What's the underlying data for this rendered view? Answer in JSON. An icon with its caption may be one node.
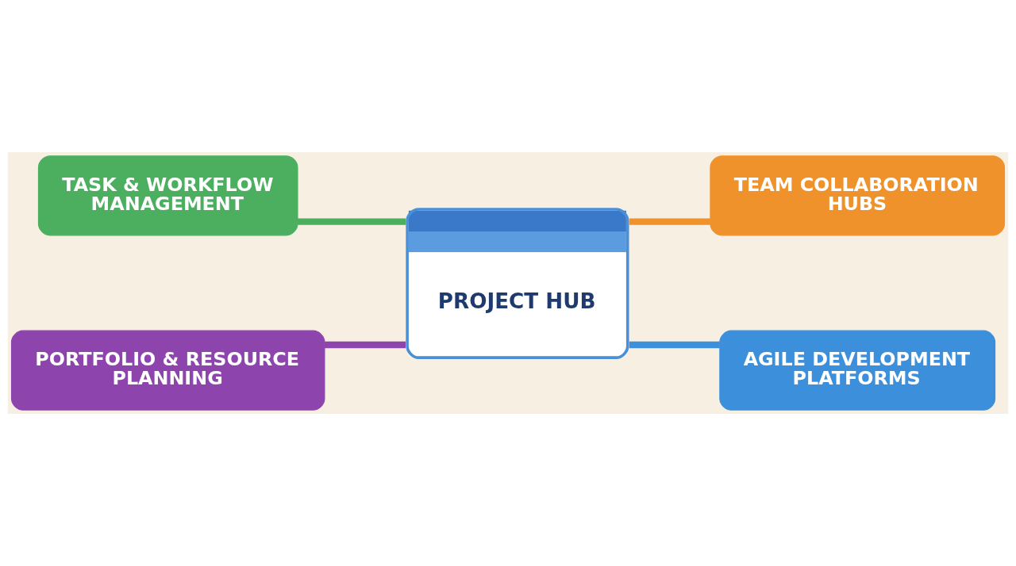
{
  "diagram": {
    "nodes": [
      {
        "text": [
          "TASK & WORKFLOW MANAGEMENT"
        ]
      },
      {
        "text": [
          "TEAM COLLABORATION HUBS"
        ]
      },
      {
        "text": [
          "PROJECT HUB"
        ]
      },
      {
        "text": [
          "PORTFOLIO & RESOURCE PLANNING"
        ]
      },
      {
        "text": [
          "AGILE DEVELOPMENT PLATFORMS"
        ]
      }
    ],
    "edges": [
      {
        "from": 0,
        "to": 2,
        "arrow": "none",
        "color": "#4caf5f"
      },
      {
        "from": 2,
        "to": 1,
        "arrow": "none",
        "color": "#f0922b"
      },
      {
        "from": 3,
        "to": 2,
        "arrow": "none",
        "color": "#8e44ad"
      },
      {
        "from": 2,
        "to": 4,
        "arrow": "none",
        "color": "#3b8fdb"
      }
    ]
  }
}
